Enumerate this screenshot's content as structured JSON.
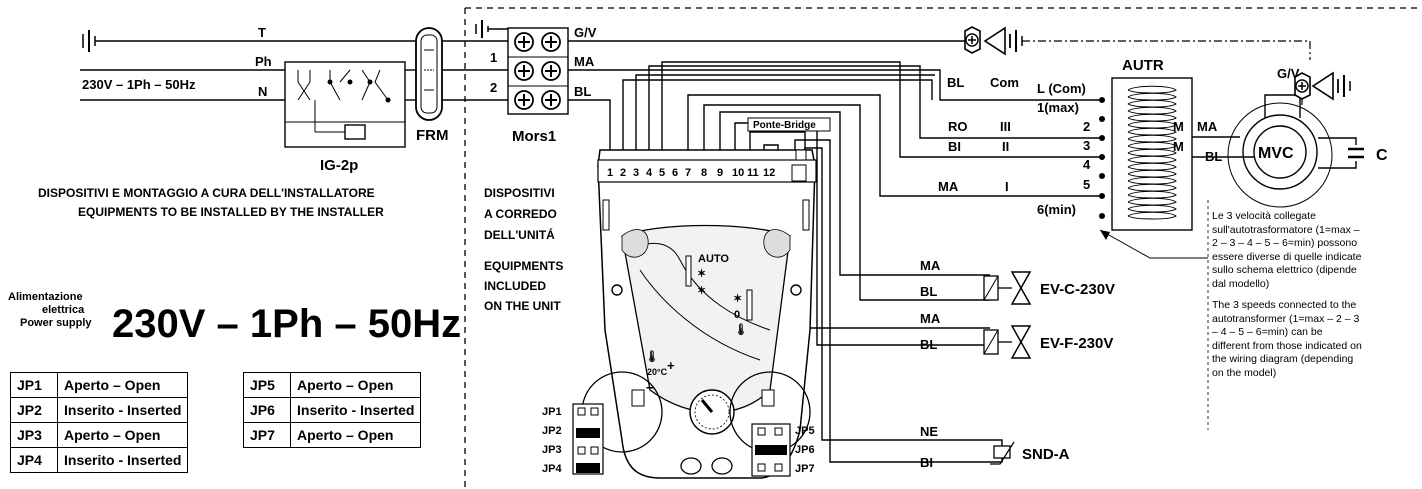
{
  "supply": {
    "label_it": "Alimentazione",
    "label_it2": "elettrica",
    "label_en": "Power supply",
    "value": "230V – 1Ph – 50Hz",
    "line_label": "230V – 1Ph – 50Hz"
  },
  "left_wires": {
    "t": "T",
    "ph": "Ph",
    "n": "N"
  },
  "components": {
    "ig": "IG-2p",
    "frm": "FRM",
    "mors": "Mors1",
    "autr": "AUTR",
    "mvc": "MVC",
    "c": "C",
    "evc": "EV-C-230V",
    "evf": "EV-F-230V",
    "snd": "SND-A",
    "ponte": "Ponte-Bridge"
  },
  "installer_note": {
    "it": "DISPOSITIVI E MONTAGGIO A CURA DELL'INSTALLATORE",
    "en": "EQUIPMENTS TO BE INSTALLED BY THE INSTALLER"
  },
  "unit_note": {
    "l1": "DISPOSITIVI",
    "l2": "A CORREDO",
    "l3": "DELL'UNITÁ",
    "l4": "EQUIPMENTS",
    "l5": "INCLUDED",
    "l6": "ON THE UNIT"
  },
  "terminals": {
    "t1": "1",
    "t2": "2",
    "gv": "G/V",
    "ma": "MA",
    "bl": "BL"
  },
  "strip_numbers": [
    "1",
    "2",
    "3",
    "4",
    "5",
    "6",
    "7",
    "8",
    "9",
    "10",
    "11",
    "12"
  ],
  "autr_taps": {
    "lcom": "L (Com)",
    "max": "1(max)",
    "t2": "2",
    "t3": "3",
    "t4": "4",
    "t5": "5",
    "min": "6(min)"
  },
  "autr_wires": {
    "bl": "BL",
    "com": "Com",
    "ro": "RO",
    "iii": "III",
    "bi": "BI",
    "ii": "II",
    "ma": "MA",
    "i": "I"
  },
  "motor_wires": {
    "gv": "G/V",
    "m1": "M",
    "ma": "MA",
    "m2": "M",
    "bl": "BL"
  },
  "valve_wires": {
    "ma1": "MA",
    "bl1": "BL",
    "ma2": "MA",
    "bl2": "BL",
    "ne": "NE",
    "bi": "BI"
  },
  "thermostat": {
    "auto": "AUTO",
    "temp": "20°C",
    "plus": "+",
    "minus": "–"
  },
  "jumpers": {
    "jp1": "JP1",
    "jp2": "JP2",
    "jp3": "JP3",
    "jp4": "JP4",
    "jp5": "JP5",
    "jp6": "JP6",
    "jp7": "JP7"
  },
  "jp_table_left": [
    {
      "k": "JP1",
      "v": "Aperto – Open"
    },
    {
      "k": "JP2",
      "v": "Inserito - Inserted"
    },
    {
      "k": "JP3",
      "v": "Aperto – Open"
    },
    {
      "k": "JP4",
      "v": "Inserito - Inserted"
    }
  ],
  "jp_table_right": [
    {
      "k": "JP5",
      "v": "Aperto – Open"
    },
    {
      "k": "JP6",
      "v": "Inserito - Inserted"
    },
    {
      "k": "JP7",
      "v": "Aperto – Open"
    }
  ],
  "speed_note": {
    "it": "Le 3 velocità collegate sull'autotrasformatore (1=max – 2 – 3 – 4 – 5 – 6=min) possono essere diverse di quelle indicate sullo schema elettrico (dipende dal modello)",
    "en": "The 3 speeds connected to the autotransformer (1=max – 2 – 3 – 4 – 5 – 6=min) can be different from those indicated on the wiring diagram (depending on the model)"
  }
}
